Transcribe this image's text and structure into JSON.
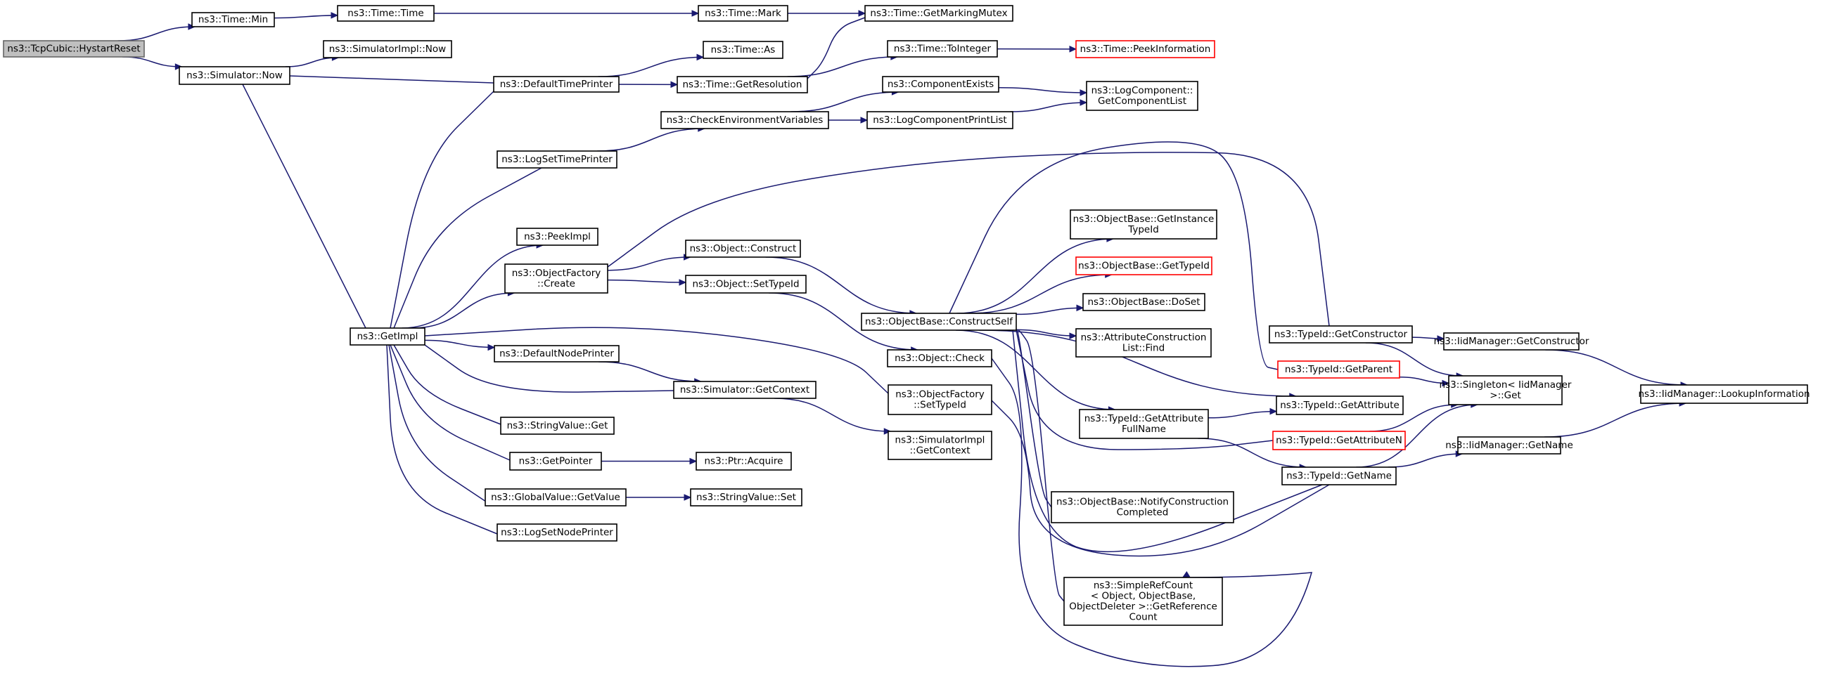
{
  "colors": {
    "edge": "#191970",
    "root_fill": "#bfbfbf",
    "truncated_border": "#ff0000",
    "node_border": "#000000"
  },
  "nodes": [
    {
      "id": "hystart",
      "lines": [
        "ns3::TcpCubic::HystartReset"
      ],
      "style": "root"
    },
    {
      "id": "timemin",
      "lines": [
        "ns3::Time::Min"
      ]
    },
    {
      "id": "simnow",
      "lines": [
        "ns3::Simulator::Now"
      ]
    },
    {
      "id": "timetime",
      "lines": [
        "ns3::Time::Time"
      ]
    },
    {
      "id": "simimplnow",
      "lines": [
        "ns3::SimulatorImpl::Now"
      ]
    },
    {
      "id": "getimpl",
      "lines": [
        "ns3::GetImpl"
      ]
    },
    {
      "id": "timemark",
      "lines": [
        "ns3::Time::Mark"
      ]
    },
    {
      "id": "getmarkingmutex",
      "lines": [
        "ns3::Time::GetMarkingMutex"
      ]
    },
    {
      "id": "timeas",
      "lines": [
        "ns3::Time::As"
      ]
    },
    {
      "id": "defaulttimeprinter",
      "lines": [
        "ns3::DefaultTimePrinter"
      ]
    },
    {
      "id": "getresolution",
      "lines": [
        "ns3::Time::GetResolution"
      ]
    },
    {
      "id": "tointeger",
      "lines": [
        "ns3::Time::ToInteger"
      ]
    },
    {
      "id": "peekinformation",
      "lines": [
        "ns3::Time::PeekInformation"
      ],
      "style": "red"
    },
    {
      "id": "checkenv",
      "lines": [
        "ns3::CheckEnvironmentVariables"
      ]
    },
    {
      "id": "componentexists",
      "lines": [
        "ns3::ComponentExists"
      ]
    },
    {
      "id": "logcomponentprintlist",
      "lines": [
        "ns3::LogComponentPrintList"
      ]
    },
    {
      "id": "getcomponentlist",
      "lines": [
        "ns3::LogComponent::",
        "GetComponentList"
      ]
    },
    {
      "id": "logsettimeprinter",
      "lines": [
        "ns3::LogSetTimePrinter"
      ]
    },
    {
      "id": "peekimpl",
      "lines": [
        "ns3::PeekImpl"
      ]
    },
    {
      "id": "objectfactorycreate",
      "lines": [
        "ns3::ObjectFactory",
        "::Create"
      ]
    },
    {
      "id": "objectconstruct",
      "lines": [
        "ns3::Object::Construct"
      ]
    },
    {
      "id": "objectsettypeid",
      "lines": [
        "ns3::Object::SetTypeId"
      ]
    },
    {
      "id": "constructself",
      "lines": [
        "ns3::ObjectBase::ConstructSelf"
      ]
    },
    {
      "id": "getinstancetypeid",
      "lines": [
        "ns3::ObjectBase::GetInstance",
        "TypeId"
      ]
    },
    {
      "id": "obgettypeid",
      "lines": [
        "ns3::ObjectBase::GetTypeId"
      ],
      "style": "red"
    },
    {
      "id": "doset",
      "lines": [
        "ns3::ObjectBase::DoSet"
      ]
    },
    {
      "id": "acfind",
      "lines": [
        "ns3::AttributeConstruction",
        "List::Find"
      ]
    },
    {
      "id": "defaultnodeprinter",
      "lines": [
        "ns3::DefaultNodePrinter"
      ]
    },
    {
      "id": "simgetcontext",
      "lines": [
        "ns3::Simulator::GetContext"
      ]
    },
    {
      "id": "objectcheck",
      "lines": [
        "ns3::Object::Check"
      ]
    },
    {
      "id": "ofsettypeid",
      "lines": [
        "ns3::ObjectFactory",
        "::SetTypeId"
      ]
    },
    {
      "id": "simimplgetcontext",
      "lines": [
        "ns3::SimulatorImpl",
        "::GetContext"
      ]
    },
    {
      "id": "stringvalueget",
      "lines": [
        "ns3::StringValue::Get"
      ]
    },
    {
      "id": "getpointer",
      "lines": [
        "ns3::GetPointer"
      ]
    },
    {
      "id": "ptracquire",
      "lines": [
        "ns3::Ptr::Acquire"
      ]
    },
    {
      "id": "globalvaluegetvalue",
      "lines": [
        "ns3::GlobalValue::GetValue"
      ]
    },
    {
      "id": "stringvalueset",
      "lines": [
        "ns3::StringValue::Set"
      ]
    },
    {
      "id": "logsetnodeprinter",
      "lines": [
        "ns3::LogSetNodePrinter"
      ]
    },
    {
      "id": "getattributefullname",
      "lines": [
        "ns3::TypeId::GetAttribute",
        "FullName"
      ]
    },
    {
      "id": "notifyconstruction",
      "lines": [
        "ns3::ObjectBase::NotifyConstruction",
        "Completed"
      ]
    },
    {
      "id": "simplerefcount",
      "lines": [
        "ns3::SimpleRefCount",
        "< Object, ObjectBase,",
        "ObjectDeleter >::GetReference",
        "Count"
      ]
    },
    {
      "id": "typeidgetconstructor",
      "lines": [
        "ns3::TypeId::GetConstructor"
      ]
    },
    {
      "id": "typeidgetparent",
      "lines": [
        "ns3::TypeId::GetParent"
      ],
      "style": "red"
    },
    {
      "id": "typeidgetattribute",
      "lines": [
        "ns3::TypeId::GetAttribute"
      ]
    },
    {
      "id": "typeidgetattributen",
      "lines": [
        "ns3::TypeId::GetAttributeN"
      ],
      "style": "red"
    },
    {
      "id": "typeidgetname",
      "lines": [
        "ns3::TypeId::GetName"
      ]
    },
    {
      "id": "iidgetconstructor",
      "lines": [
        "ns3::IidManager::GetConstructor"
      ]
    },
    {
      "id": "singletonget",
      "lines": [
        "ns3::Singleton< IidManager",
        ">::Get"
      ]
    },
    {
      "id": "iidgetname",
      "lines": [
        "ns3::IidManager::GetName"
      ]
    },
    {
      "id": "lookupinformation",
      "lines": [
        "ns3::IidManager::LookupInformation"
      ]
    }
  ],
  "edges": [
    [
      "hystart",
      "timemin"
    ],
    [
      "hystart",
      "simnow"
    ],
    [
      "timemin",
      "timetime"
    ],
    [
      "timetime",
      "timemark"
    ],
    [
      "timemark",
      "getmarkingmutex"
    ],
    [
      "simnow",
      "simimplnow"
    ],
    [
      "simnow",
      "getimpl"
    ],
    [
      "defaulttimeprinter",
      "simnow"
    ],
    [
      "defaulttimeprinter",
      "timeas"
    ],
    [
      "defaulttimeprinter",
      "getresolution"
    ],
    [
      "getresolution",
      "getmarkingmutex"
    ],
    [
      "getresolution",
      "tointeger"
    ],
    [
      "tointeger",
      "peekinformation"
    ],
    [
      "checkenv",
      "componentexists"
    ],
    [
      "checkenv",
      "logcomponentprintlist"
    ],
    [
      "componentexists",
      "getcomponentlist"
    ],
    [
      "logcomponentprintlist",
      "getcomponentlist"
    ],
    [
      "logsettimeprinter",
      "checkenv"
    ],
    [
      "getimpl",
      "defaulttimeprinter"
    ],
    [
      "getimpl",
      "logsettimeprinter"
    ],
    [
      "getimpl",
      "peekimpl"
    ],
    [
      "getimpl",
      "objectfactorycreate"
    ],
    [
      "getimpl",
      "defaultnodeprinter"
    ],
    [
      "getimpl",
      "ofsettypeid"
    ],
    [
      "getimpl",
      "stringvalueget"
    ],
    [
      "getimpl",
      "getpointer"
    ],
    [
      "getimpl",
      "globalvaluegetvalue"
    ],
    [
      "getimpl",
      "logsetnodeprinter"
    ],
    [
      "simgetcontext",
      "getimpl"
    ],
    [
      "defaultnodeprinter",
      "simgetcontext"
    ],
    [
      "simgetcontext",
      "simimplgetcontext"
    ],
    [
      "objectfactorycreate",
      "objectconstruct"
    ],
    [
      "objectfactorycreate",
      "objectsettypeid"
    ],
    [
      "objectfactorycreate",
      "typeidgetconstructor"
    ],
    [
      "objectconstruct",
      "constructself"
    ],
    [
      "objectsettypeid",
      "objectcheck"
    ],
    [
      "constructself",
      "getinstancetypeid"
    ],
    [
      "constructself",
      "obgettypeid"
    ],
    [
      "constructself",
      "doset"
    ],
    [
      "constructself",
      "acfind"
    ],
    [
      "constructself",
      "getattributefullname"
    ],
    [
      "constructself",
      "typeidgetattribute"
    ],
    [
      "constructself",
      "typeidgetattributen"
    ],
    [
      "constructself",
      "typeidgetname"
    ],
    [
      "constructself",
      "typeidgetparent"
    ],
    [
      "constructself",
      "notifyconstruction"
    ],
    [
      "constructself",
      "simplerefcount"
    ],
    [
      "objectcheck",
      "simplerefcount"
    ],
    [
      "ofsettypeid",
      "typeidgetname"
    ],
    [
      "getpointer",
      "ptracquire"
    ],
    [
      "globalvaluegetvalue",
      "stringvalueset"
    ],
    [
      "getattributefullname",
      "typeidgetattribute"
    ],
    [
      "getattributefullname",
      "typeidgetname"
    ],
    [
      "typeidgetconstructor",
      "iidgetconstructor"
    ],
    [
      "typeidgetconstructor",
      "singletonget"
    ],
    [
      "typeidgetparent",
      "singletonget"
    ],
    [
      "typeidgetattributen",
      "singletonget"
    ],
    [
      "typeidgetname",
      "singletonget"
    ],
    [
      "typeidgetname",
      "iidgetname"
    ],
    [
      "iidgetconstructor",
      "lookupinformation"
    ],
    [
      "iidgetname",
      "lookupinformation"
    ]
  ]
}
